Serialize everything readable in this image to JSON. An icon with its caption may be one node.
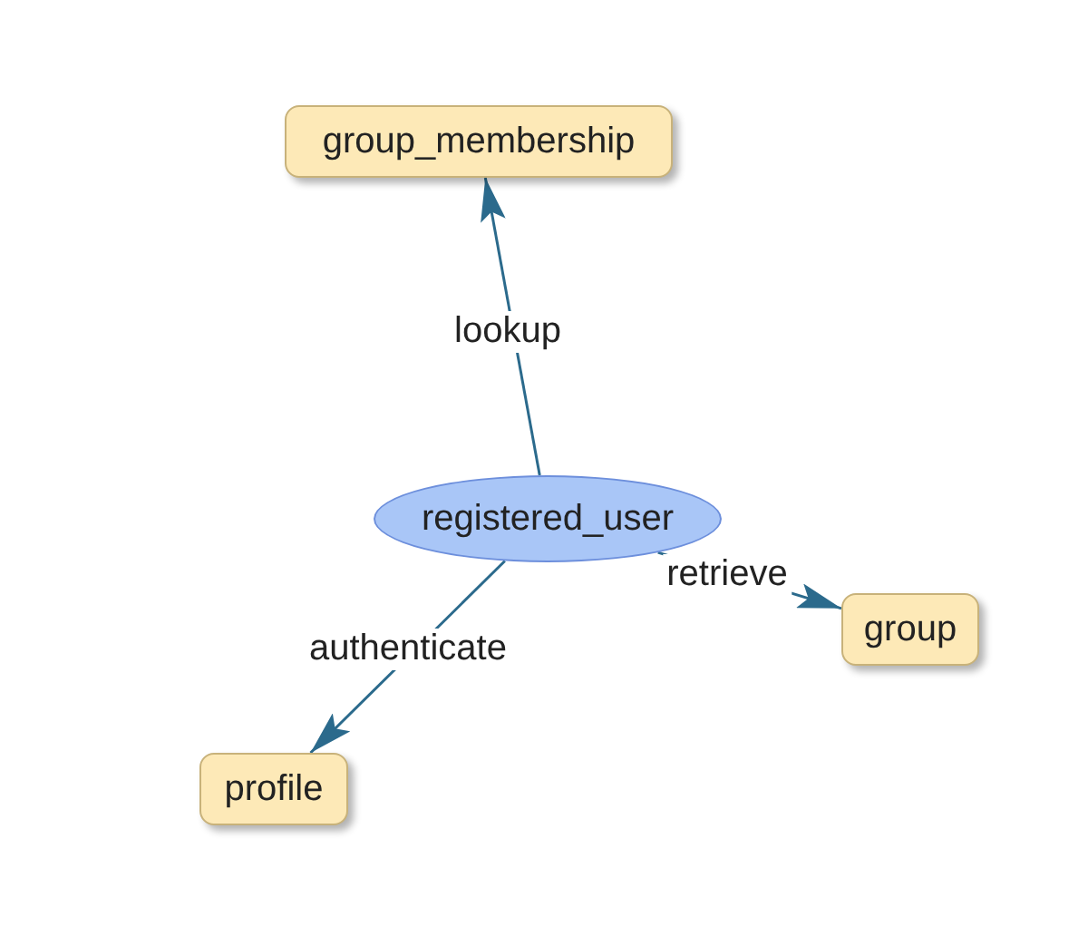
{
  "diagram": {
    "nodes": [
      {
        "text": [
          "group_membership"
        ]
      },
      {
        "text": [
          "registered_user"
        ]
      },
      {
        "text": [
          "group"
        ]
      },
      {
        "text": [
          "profile"
        ]
      }
    ],
    "edges": [
      {
        "from": 1,
        "to": 0,
        "arrow": "to",
        "label": "lookup"
      },
      {
        "from": 1,
        "to": 2,
        "arrow": "to",
        "label": "retrieve"
      },
      {
        "from": 1,
        "to": 3,
        "arrow": "to",
        "label": "authenticate"
      }
    ]
  }
}
